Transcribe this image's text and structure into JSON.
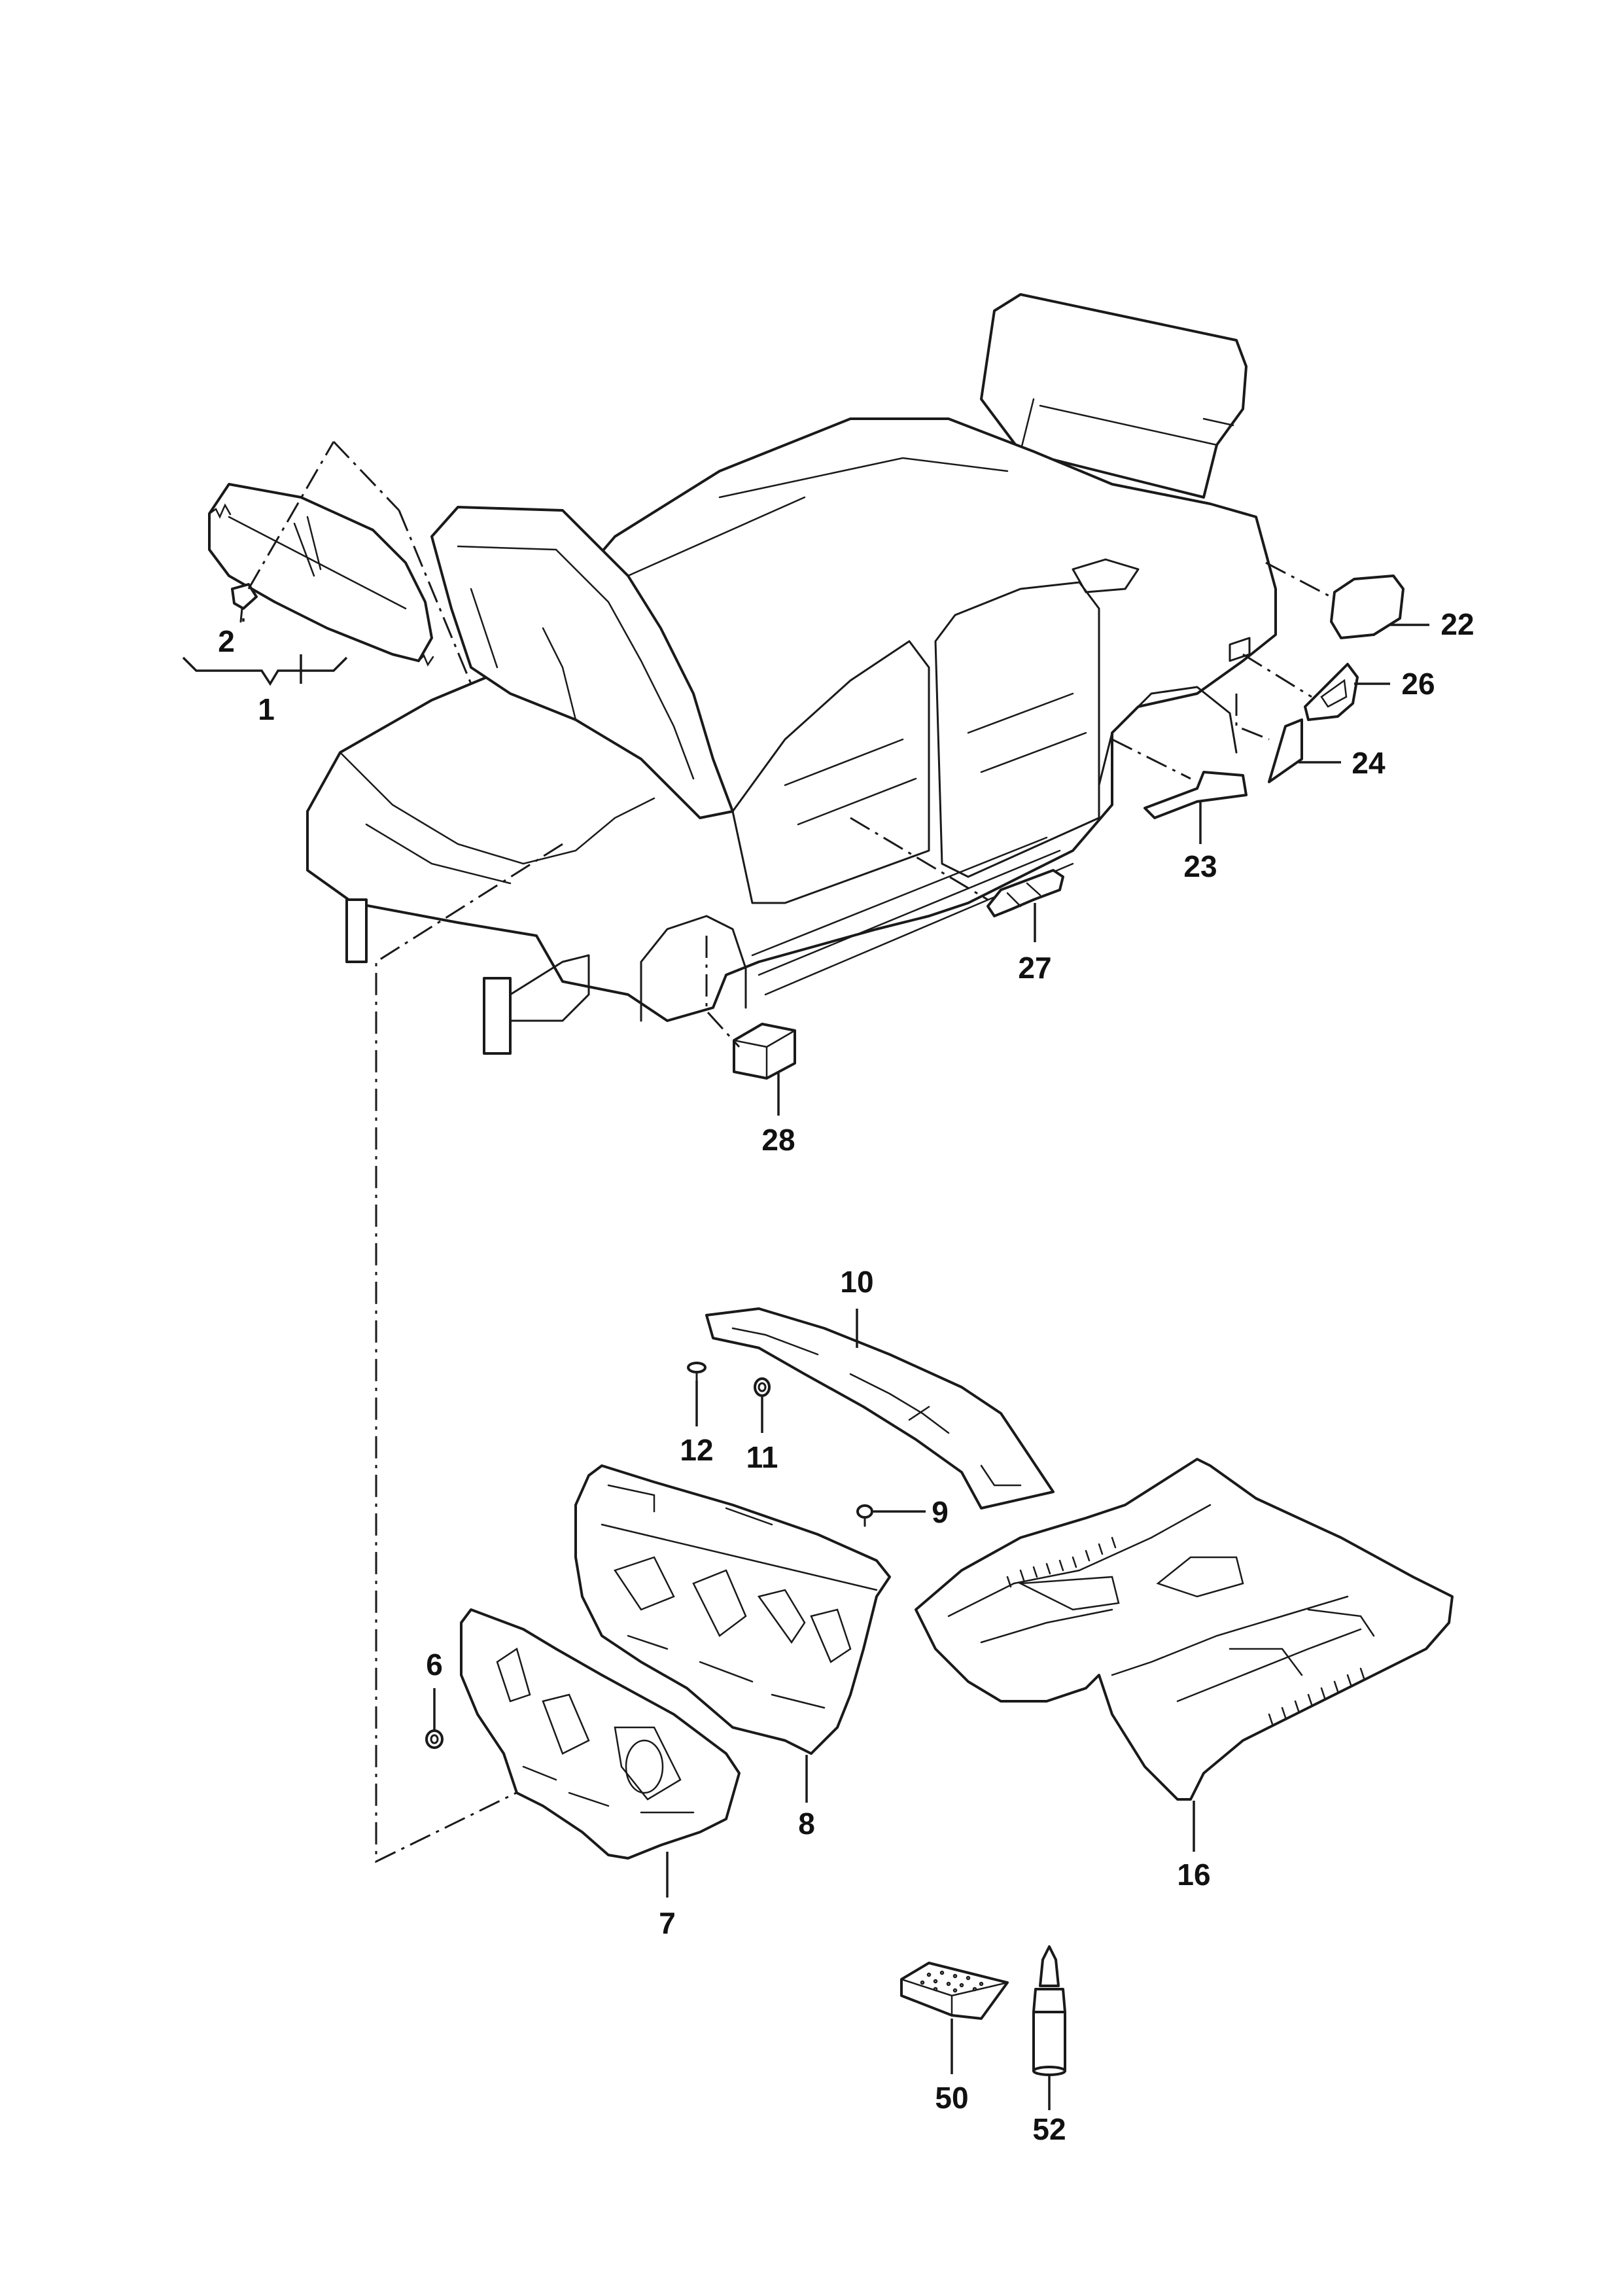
{
  "callouts": {
    "c1": "1",
    "c2": "2",
    "c6": "6",
    "c7": "7",
    "c8": "8",
    "c9": "9",
    "c10": "10",
    "c11": "11",
    "c12": "12",
    "c16": "16",
    "c22": "22",
    "c23": "23",
    "c24": "24",
    "c26": "26",
    "c27": "27",
    "c28": "28",
    "c50": "50",
    "c52": "52"
  }
}
